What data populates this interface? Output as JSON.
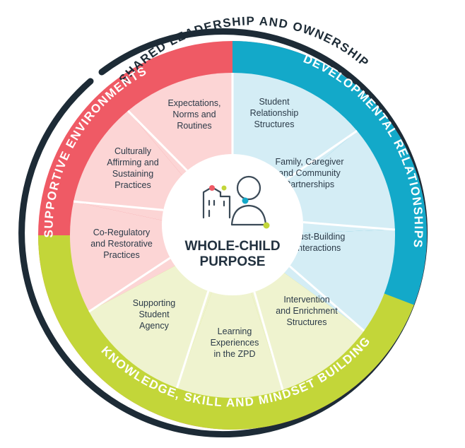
{
  "outer_title": "SHARED LEADERSHIP AND OWNERSHIP",
  "ring": {
    "supportive": {
      "label": "SUPPORTIVE ENVIRONMENTS",
      "color": "#ef5a65"
    },
    "developmental": {
      "label": "DEVELOPMENTAL RELATIONSHIPS",
      "color": "#13a9c9"
    },
    "knowledge": {
      "label": "KNOWLEDGE, SKILL AND MINDSET BUILDING",
      "color": "#c3d639"
    }
  },
  "outer_arc_color": "#1d2b36",
  "segments": [
    {
      "lines": [
        "Expectations,",
        "Norms and",
        "Routines"
      ],
      "fill": "#fcd5d5"
    },
    {
      "lines": [
        "Student",
        "Relationship",
        "Structures"
      ],
      "fill": "#d4edf5"
    },
    {
      "lines": [
        "Family, Caregiver",
        "and Community",
        "Partnerships"
      ],
      "fill": "#d4edf5"
    },
    {
      "lines": [
        "Trust-Building",
        "Interactions"
      ],
      "fill": "#d4edf5"
    },
    {
      "lines": [
        "Intervention",
        "and Enrichment",
        "Structures"
      ],
      "fill": "#eff3cf"
    },
    {
      "lines": [
        "Learning",
        "Experiences",
        "in the ZPD"
      ],
      "fill": "#eff3cf"
    },
    {
      "lines": [
        "Supporting",
        "Student",
        "Agency"
      ],
      "fill": "#eff3cf"
    },
    {
      "lines": [
        "Co-Regulatory",
        "and Restorative",
        "Practices"
      ],
      "fill": "#fcd5d5"
    },
    {
      "lines": [
        "Culturally",
        "Affirming and",
        "Sustaining",
        "Practices"
      ],
      "fill": "#fcd5d5"
    }
  ],
  "center": {
    "title_line1": "WHOLE-CHILD",
    "title_line2": "PURPOSE",
    "icon": "school-and-person-icon"
  }
}
